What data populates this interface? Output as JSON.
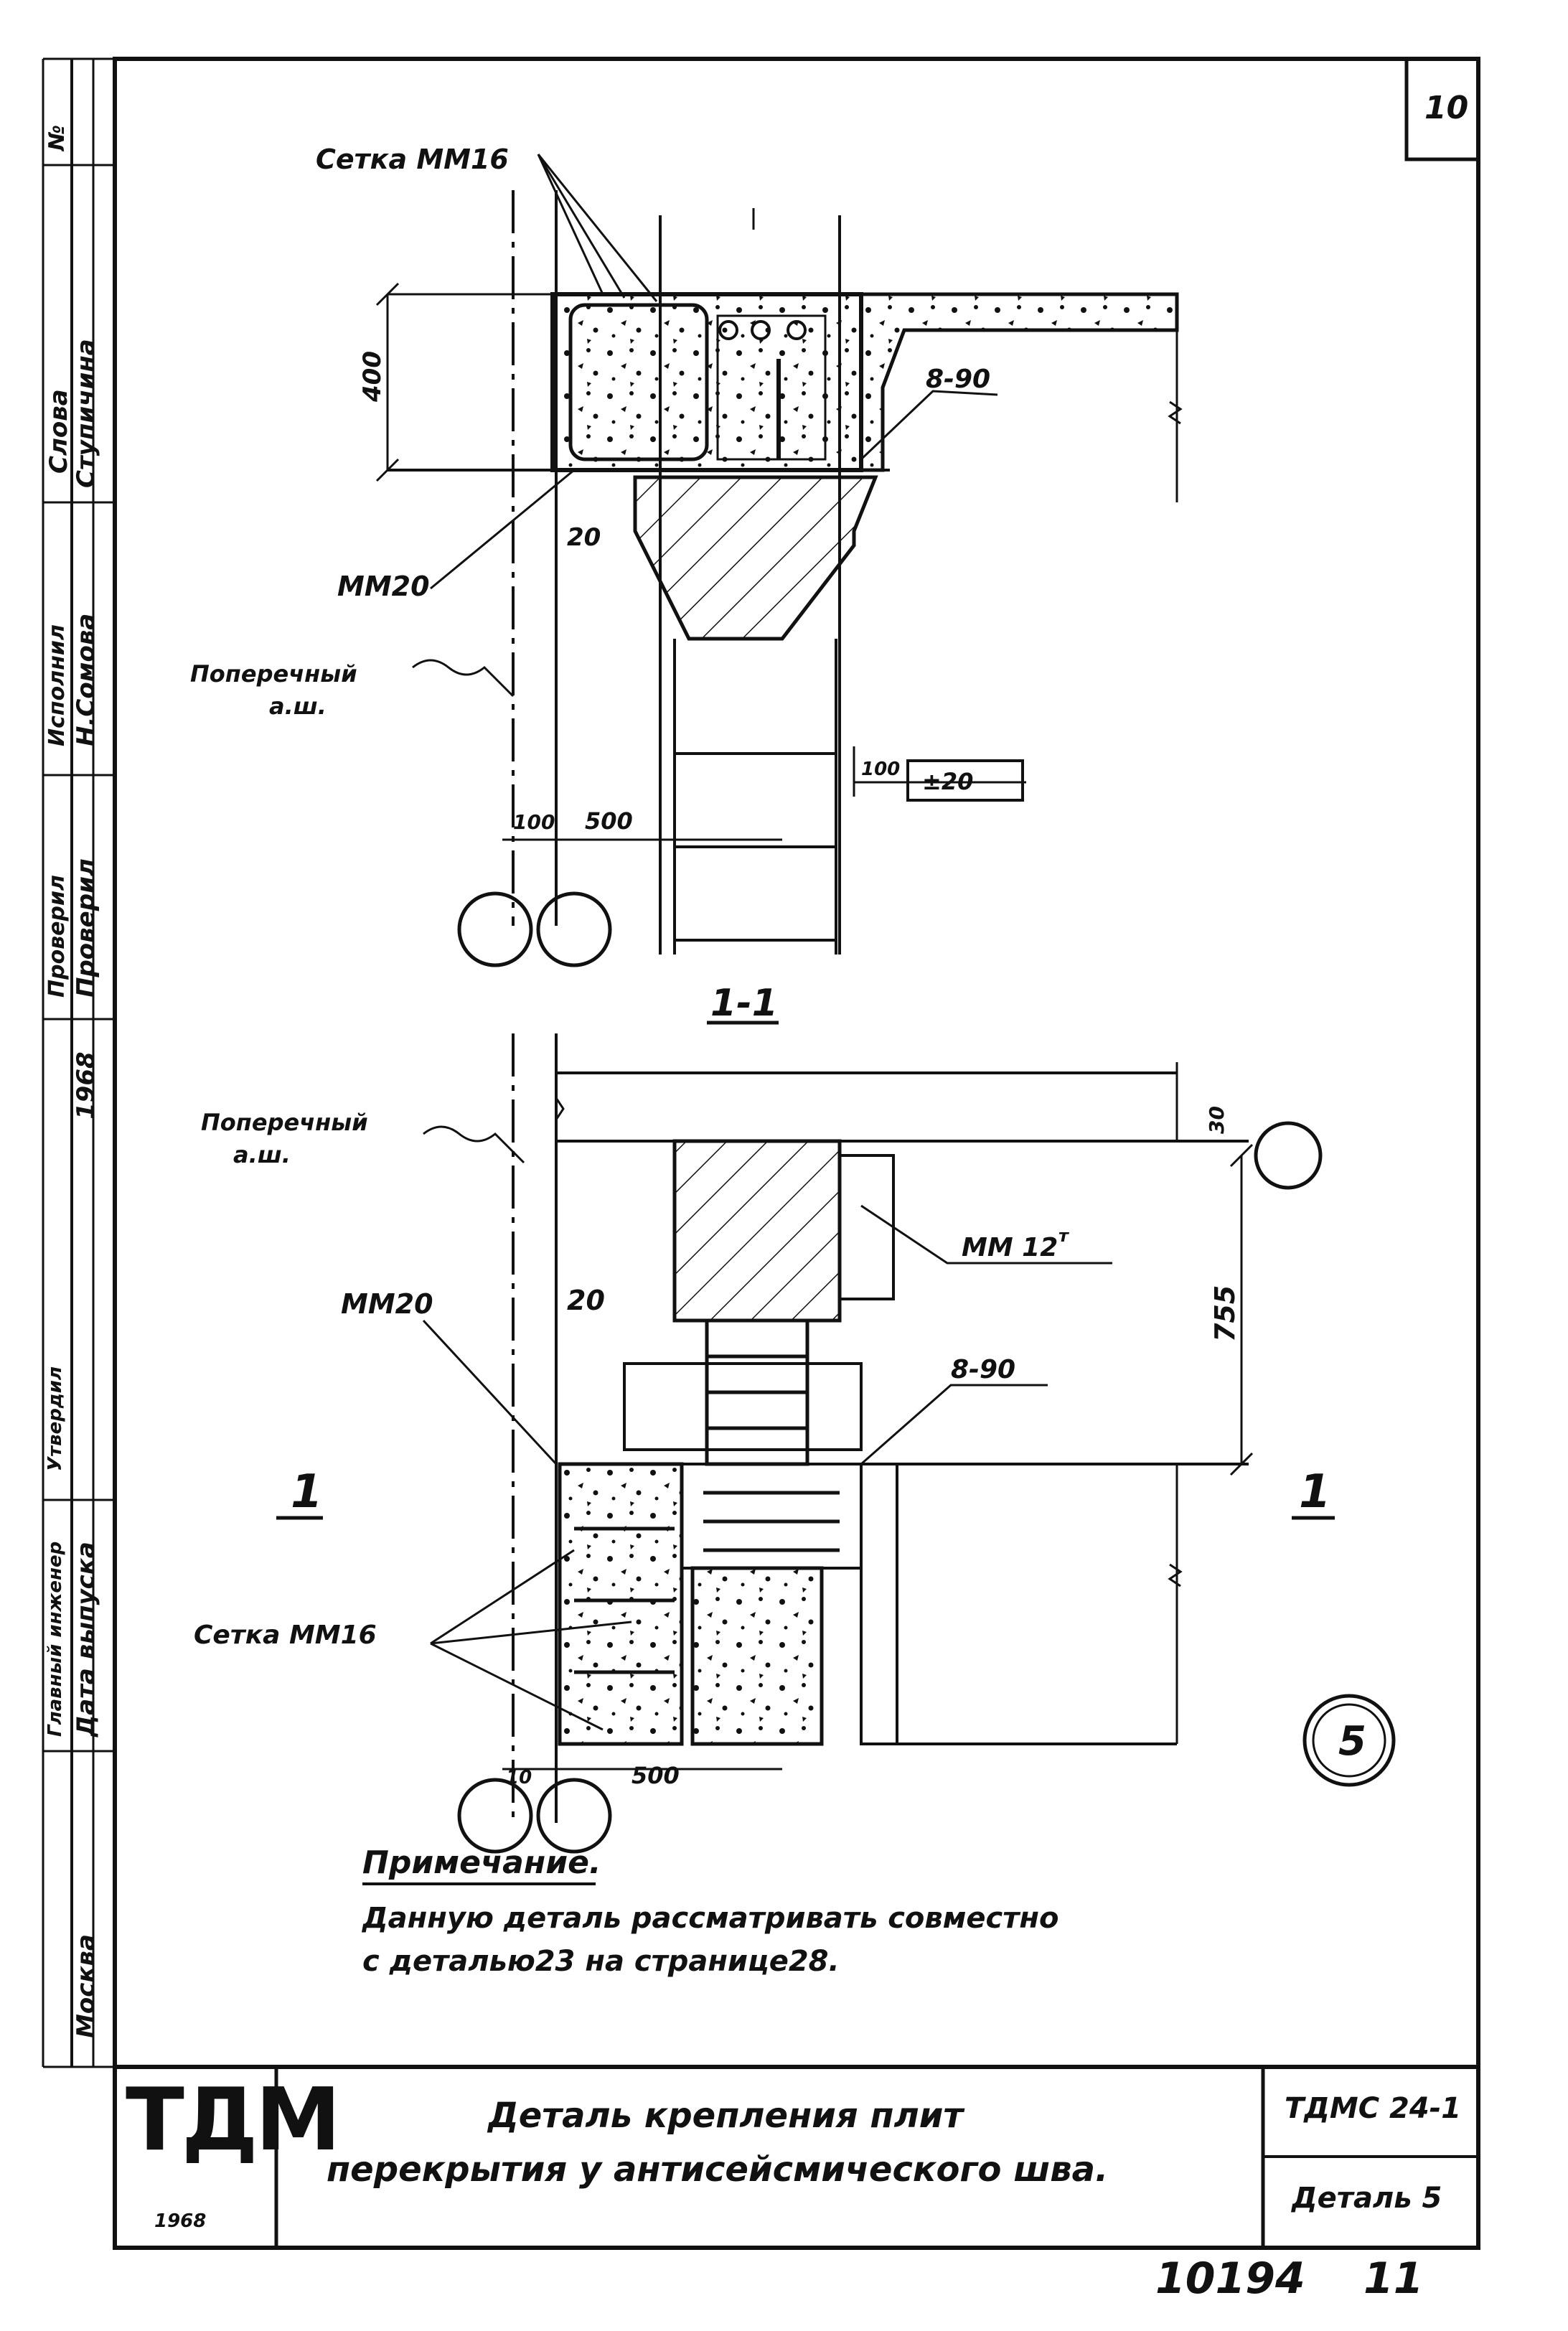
{
  "sheet": {
    "page_number": "10",
    "archive_number": "10194",
    "archive_page": "11",
    "circle_label": "5"
  },
  "section_top": {
    "label_mesh": "Сетка ММ16",
    "label_mm20": "ММ20",
    "label_bolt": "8-90",
    "label_joint": "Поперечный",
    "label_joint_2": "а.ш.",
    "dim_400": "400",
    "dim_20": "20",
    "dim_100": "100",
    "dim_500": "500",
    "dim_100b": "100",
    "dim_box": "±20",
    "section_mark": "1-1"
  },
  "section_bottom": {
    "label_joint": "Поперечный",
    "label_joint_2": "а.ш.",
    "label_mm12": "ММ 12",
    "label_mm12_sup": "т",
    "label_mm20": "ММ20",
    "label_bolt": "8-90",
    "label_mesh": "Сетка ММ16",
    "dim_30": "30",
    "dim_755": "755",
    "dim_20": "20",
    "dim_10": "10",
    "dim_500": "500",
    "cut_left": "1",
    "cut_right": "1"
  },
  "note": {
    "heading": "Примечание.",
    "line1": "Данную деталь рассматривать совместно",
    "line2": "с деталью23 на странице28."
  },
  "title_block": {
    "logo": "ТДМ",
    "logo_year": "1968",
    "title_line1": "Деталь крепления плит",
    "title_line2": "перекрытия у антисейсмического шва.",
    "code": "ТДМС 24-1",
    "detail": "Деталь 5"
  },
  "side_stamp": {
    "col1_top": "Слова",
    "col1_bottom": "Ступичина",
    "col2_top": "Исполнил",
    "col2_bottom": "Н.Сомова",
    "col3_top": "Проверил",
    "col3_bottom": "Проверил",
    "col4_top": "Утвердил",
    "col4_bottom": "1968",
    "col5_top": "Главный инженер",
    "col5_bottom": "Дата выпуска",
    "city": "Москва",
    "no": "№"
  }
}
